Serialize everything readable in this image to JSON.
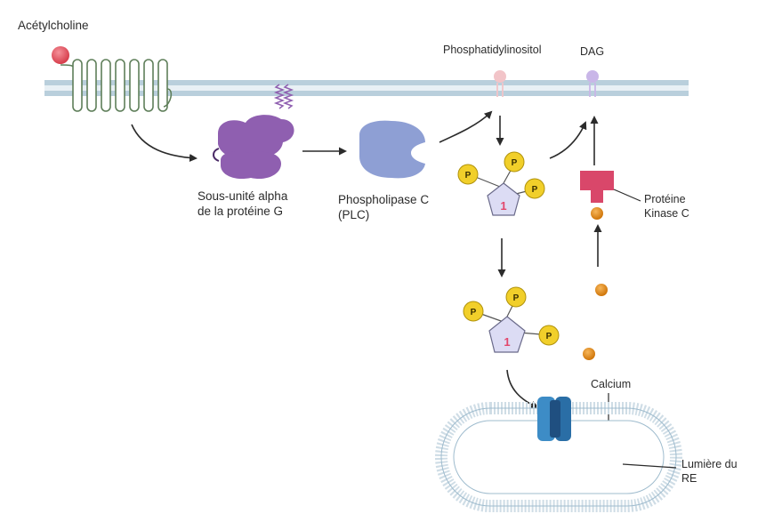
{
  "labels": {
    "acetylcholine": "Acétylcholine",
    "phosphatidylinositol": "Phosphatidylinositol",
    "dag": "DAG",
    "g_protein_line1": "Sous-unité alpha",
    "g_protein_line2": "de la protéine G",
    "plc_line1": "Phospholipase C",
    "plc_line2": "(PLC)",
    "pkc_line1": "Protéine",
    "pkc_line2": "Kinase C",
    "calcium": "Calcium",
    "er_lumen_line1": "Lumière du",
    "er_lumen_line2": "RE"
  },
  "molecules": {
    "phosphate_symbol": "P",
    "inositol_number": "1"
  },
  "colors": {
    "membrane": "#b9cfdc",
    "receptor_stroke": "#5f7f5a",
    "ligand": "#e05561",
    "g_protein": "#8f5fb0",
    "plc": "#8e9fd4",
    "phosphate": "#f1cf2a",
    "inositol": "#dcdcf4",
    "pkc": "#d9476a",
    "calcium": "#e08a1a",
    "channel": "#3d8cc6",
    "er_border": "#b9cfdc",
    "arrow": "#2b2b2b"
  }
}
